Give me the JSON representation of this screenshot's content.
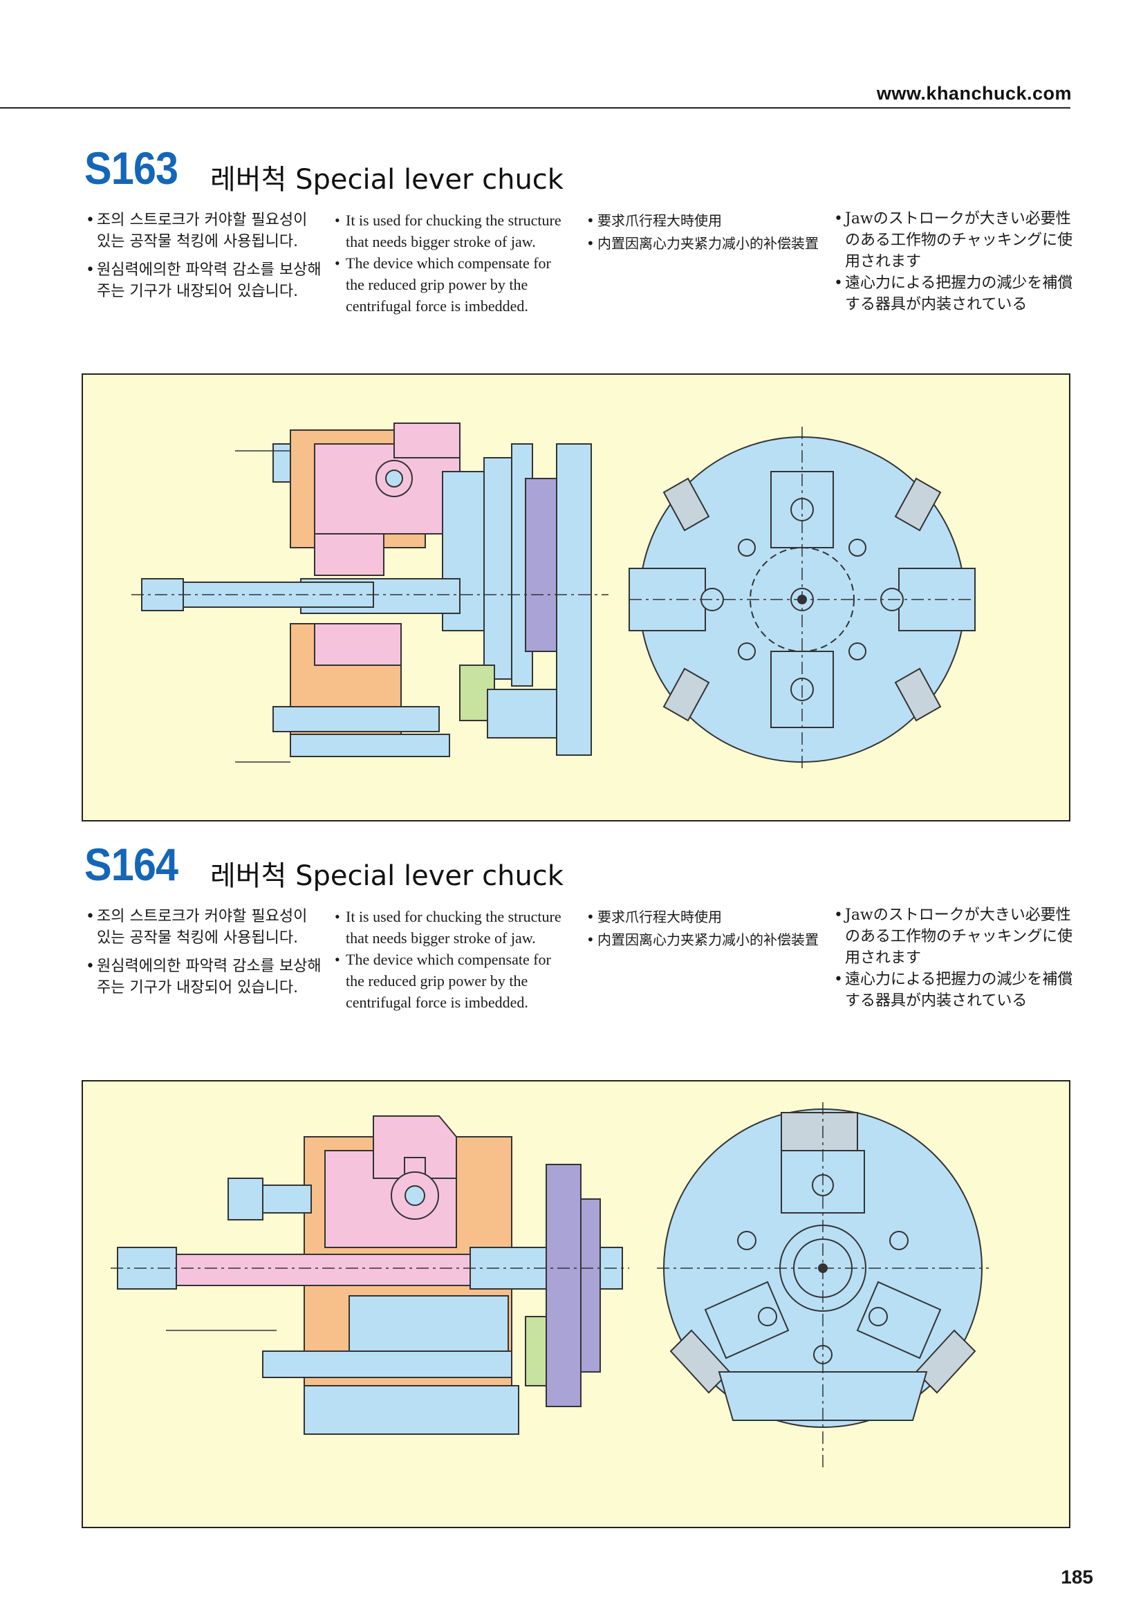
{
  "header": {
    "site_url": "www.khanchuck.com"
  },
  "sections": [
    {
      "model": "S163",
      "subtitle": "레버척 Special lever chuck",
      "korean": [
        "조의 스트로크가 커야할 필요성이 있는 공작물 척킹에 사용됩니다.",
        "원심력에의한 파악력 감소를 보상해주는 기구가 내장되어 있습니다."
      ],
      "english": [
        "It is used for chucking the structure that needs bigger stroke of jaw.",
        "The device which compensate for the reduced grip power by the centrifugal force is imbedded."
      ],
      "chinese": [
        "要求爪行程大時使用",
        "内置因离心力夹紧力减小的补偿装置"
      ],
      "japanese": [
        "Jawのストロークが大きい必要性のある工作物のチャッキングに使用されます",
        "遠心力による把握力の減少を補償する器具が内装されている"
      ]
    },
    {
      "model": "S164",
      "subtitle": "레버척 Special lever chuck",
      "korean": [
        "조의 스트로크가 커야할 필요성이 있는 공작물 척킹에 사용됩니다.",
        "원심력에의한 파악력 감소를 보상해주는 기구가 내장되어 있습니다."
      ],
      "english": [
        "It is used for chucking the structure that needs bigger stroke of jaw.",
        "The device which compensate for the reduced grip power by the centrifugal force is imbedded."
      ],
      "chinese": [
        "要求爪行程大時使用",
        "内置因离心力夹紧力减小的补偿装置"
      ],
      "japanese": [
        "Jawのストロークが大きい必要性のある工作物のチャッキングに使用されます",
        "遠心力による把握力の減少を補償する器具が内装されている"
      ]
    }
  ],
  "colors": {
    "model_blue": "#1466b8",
    "panel_bg": "#fdfbd2",
    "part_blue": "#b9dff5",
    "part_pink": "#f5c4dc",
    "part_orange": "#f7c08a",
    "part_purple": "#a9a3d6",
    "part_green": "#c8e2a0"
  },
  "page_number": "185"
}
